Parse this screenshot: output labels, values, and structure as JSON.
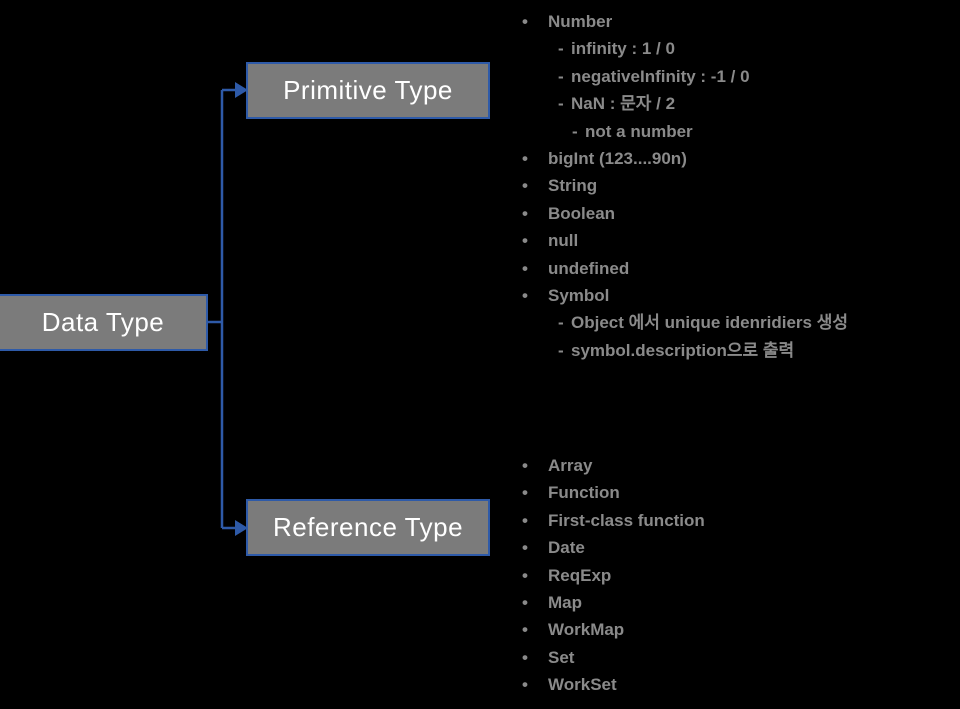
{
  "diagram": {
    "title": "Data Type",
    "colors": {
      "background": "#000000",
      "box_fill": "#7b7b7b",
      "box_border": "#2e5aa8",
      "box_text": "#ffffff",
      "list_text": "#8a8a8a",
      "connector": "#2e5aa8"
    },
    "nodes": {
      "root": {
        "label": "Data Type"
      },
      "primitive": {
        "label": "Primitive Type"
      },
      "reference": {
        "label": "Reference Type"
      }
    },
    "connectors": [
      {
        "from": "root",
        "to": "primitive",
        "arrow": "right"
      },
      {
        "from": "root",
        "to": "reference",
        "arrow": "right"
      }
    ],
    "primitive_list": [
      {
        "level": 0,
        "marker": "•",
        "text": "Number"
      },
      {
        "level": 1,
        "marker": "-",
        "text": "infinity : 1 / 0"
      },
      {
        "level": 1,
        "marker": "-",
        "text": "negativeInfinity : -1 / 0"
      },
      {
        "level": 1,
        "marker": "-",
        "text": "NaN : 문자 / 2"
      },
      {
        "level": 2,
        "marker": "-",
        "text": "not a number"
      },
      {
        "level": 0,
        "marker": "•",
        "text": "bigInt (123....90n)"
      },
      {
        "level": 0,
        "marker": "•",
        "text": "String"
      },
      {
        "level": 0,
        "marker": "•",
        "text": "Boolean"
      },
      {
        "level": 0,
        "marker": "•",
        "text": "null"
      },
      {
        "level": 0,
        "marker": "•",
        "text": "undefined"
      },
      {
        "level": 0,
        "marker": "•",
        "text": "Symbol"
      },
      {
        "level": 1,
        "marker": "-",
        "text": "Object 에서 unique idenridiers  생성"
      },
      {
        "level": 1,
        "marker": "-",
        "text": "symbol.description으로 출력"
      }
    ],
    "reference_list": [
      {
        "level": 0,
        "marker": "•",
        "text": "Array"
      },
      {
        "level": 0,
        "marker": "•",
        "text": "Function"
      },
      {
        "level": 0,
        "marker": "•",
        "text": "First-class function"
      },
      {
        "level": 0,
        "marker": "•",
        "text": "Date"
      },
      {
        "level": 0,
        "marker": "•",
        "text": "ReqExp"
      },
      {
        "level": 0,
        "marker": "•",
        "text": "Map"
      },
      {
        "level": 0,
        "marker": "•",
        "text": "WorkMap"
      },
      {
        "level": 0,
        "marker": "•",
        "text": "Set"
      },
      {
        "level": 0,
        "marker": "•",
        "text": "WorkSet"
      }
    ]
  }
}
